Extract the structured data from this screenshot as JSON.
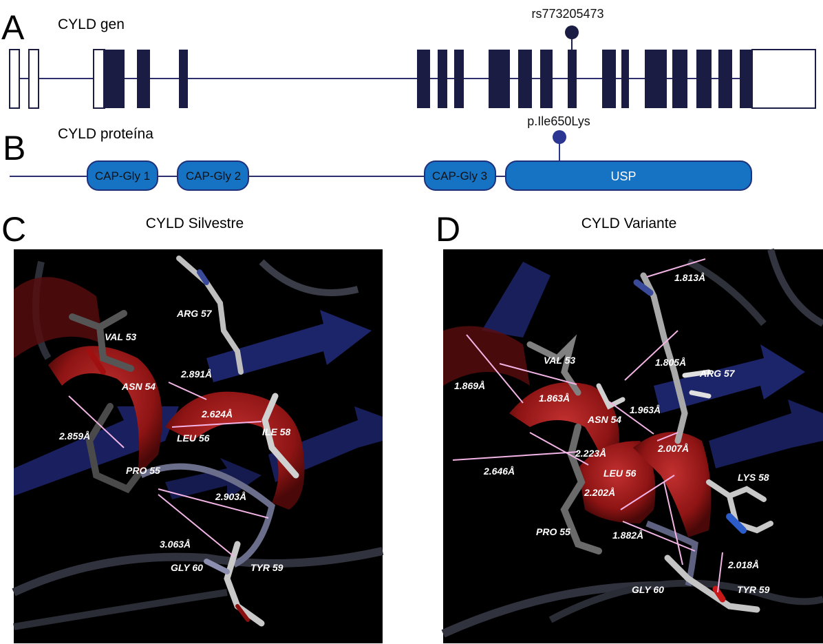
{
  "panels": {
    "a": {
      "letter": "A",
      "title": "CYLD gen",
      "snp": "rs773205473"
    },
    "b": {
      "letter": "B",
      "title": "CYLD proteína",
      "variant": "p.Ile650Lys"
    },
    "c": {
      "letter": "C",
      "title": "CYLD Silvestre"
    },
    "d": {
      "letter": "D",
      "title": "CYLD Variante"
    }
  },
  "protein_domains": [
    "CAP-Gly 1",
    "CAP-Gly 2",
    "CAP-Gly 3",
    "USP"
  ],
  "structure_c": {
    "residues": [
      "ARG 57",
      "VAL 53",
      "ASN 54",
      "LEU 56",
      "ILE 58",
      "PRO 55",
      "GLY 60",
      "TYR 59"
    ],
    "distances": [
      "2.891Å",
      "2.624Å",
      "2.859Å",
      "2.903Å",
      "3.063Å"
    ]
  },
  "structure_d": {
    "residues": [
      "VAL 53",
      "ARG 57",
      "ASN 54",
      "LEU 56",
      "LYS 58",
      "PRO 55",
      "GLY 60",
      "TYR 59"
    ],
    "distances": [
      "1.813Å",
      "1.805Å",
      "1.869Å",
      "1.863Å",
      "1.963Å",
      "2.223Å",
      "2.007Å",
      "2.646Å",
      "2.202Å",
      "1.882Å",
      "2.018Å"
    ]
  },
  "colors": {
    "exon": "#1b1c44",
    "gene_line": "#2e2f6e",
    "domain_fill": "#1672c3",
    "domain_stroke": "#1f2f7a",
    "marker": "#2b3592",
    "helix": "#8e1414",
    "sheet": "#2a3588",
    "hbond": "#f3b4e6"
  }
}
